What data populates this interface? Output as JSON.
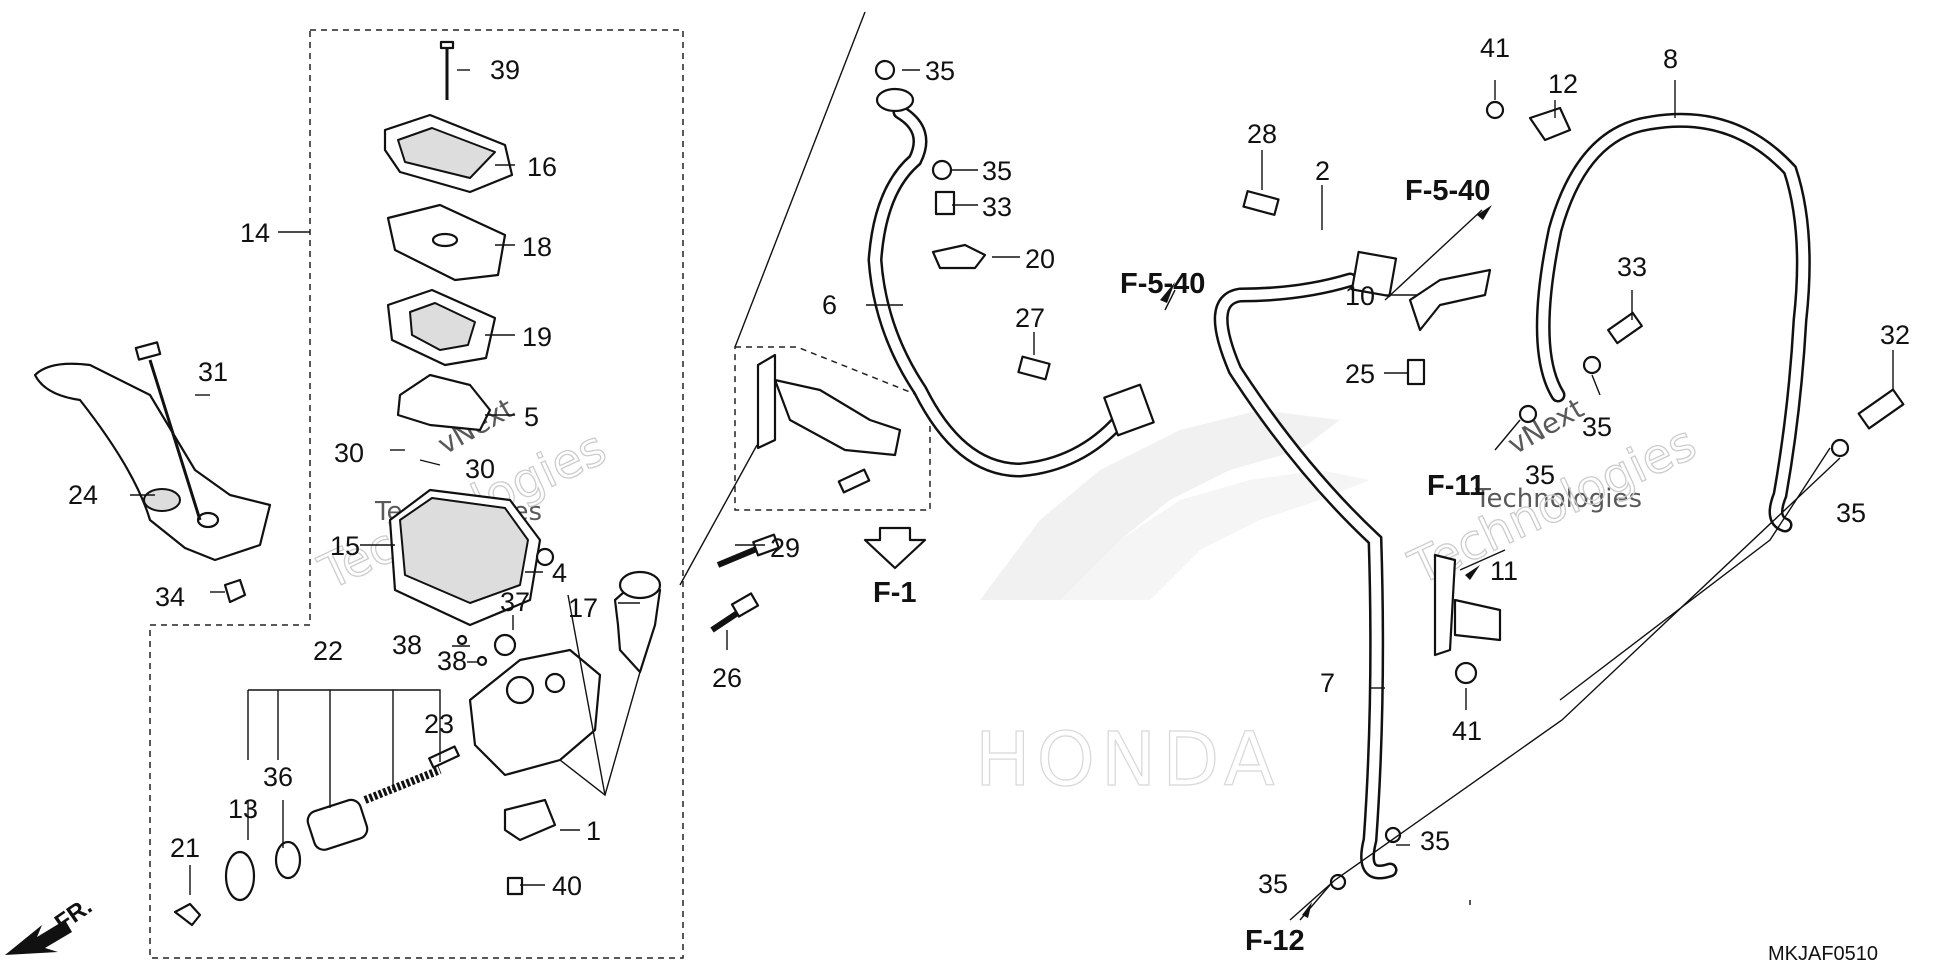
{
  "diagram": {
    "code": "MKJAF0510",
    "direction_label": "FR.",
    "watermark": {
      "name": "vNext",
      "text": "Technologies",
      "brand": "HONDA"
    },
    "refs": {
      "f1": "F-1",
      "f540a": "F-5-40",
      "f540b": "F-5-40",
      "f11": "F-11",
      "f12": "F-12"
    },
    "labels": {
      "n1": "1",
      "n2": "2",
      "n4": "4",
      "n5": "5",
      "n6": "6",
      "n7": "7",
      "n8": "8",
      "n10": "10",
      "n11": "11",
      "n12": "12",
      "n13": "13",
      "n14": "14",
      "n15": "15",
      "n16": "16",
      "n17": "17",
      "n18": "18",
      "n19": "19",
      "n20": "20",
      "n21": "21",
      "n22": "22",
      "n23": "23",
      "n24": "24",
      "n25": "25",
      "n26": "26",
      "n27": "27",
      "n28": "28",
      "n29": "29",
      "n30a": "30",
      "n30b": "30",
      "n31": "31",
      "n32": "32",
      "n33a": "33",
      "n33b": "33",
      "n34": "34",
      "n35a": "35",
      "n35b": "35",
      "n35c": "35",
      "n35d": "35",
      "n35e": "35",
      "n35f": "35",
      "n35g": "35",
      "n36": "36",
      "n37": "37",
      "n38a": "38",
      "n38b": "38",
      "n39": "39",
      "n40": "40",
      "n41a": "41",
      "n41b": "41"
    }
  }
}
